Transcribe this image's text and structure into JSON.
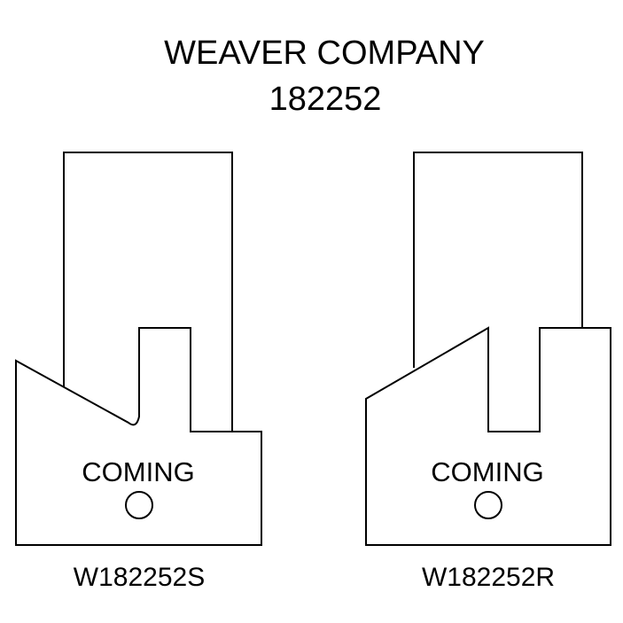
{
  "header": {
    "company": "WEAVER COMPANY",
    "number": "182252"
  },
  "profiles": [
    {
      "status": "COMING",
      "part_number": "W182252S"
    },
    {
      "status": "COMING",
      "part_number": "W182252R"
    }
  ],
  "colors": {
    "stroke": "#000000",
    "background": "#ffffff"
  }
}
